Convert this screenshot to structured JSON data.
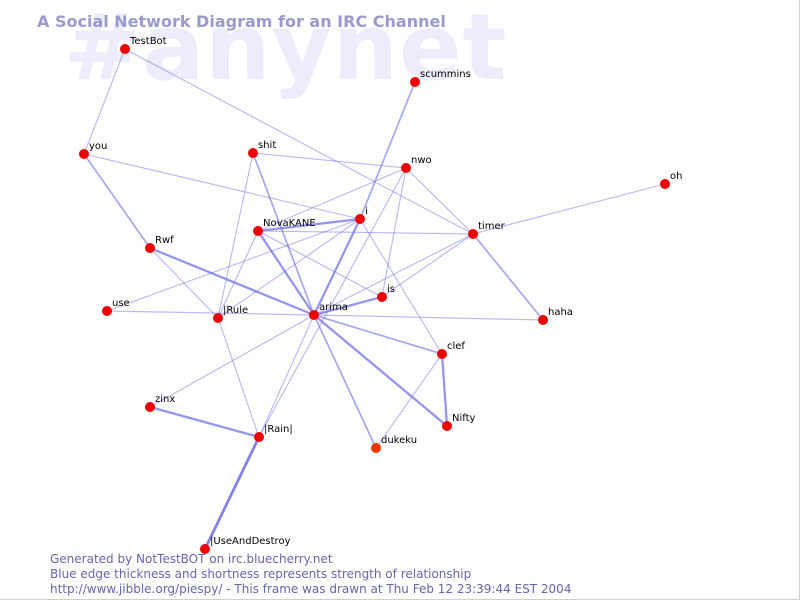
{
  "watermark": "#anynet",
  "title": "A Social Network Diagram for an IRC Channel",
  "footer": {
    "line1": "Generated by NotTestBOT on irc.bluecherry.net",
    "line2": "Blue edge thickness and shortness represents strength of relationship",
    "line3": "http://www.jibble.org/piespy/ - This frame was drawn at Thu Feb 12 23:39:44 EST 2004"
  },
  "colors": {
    "node": "#ee0000",
    "node_recent": "#ee3300",
    "edge": "#6f6fe6",
    "title": "#9a9acc",
    "footer": "#6666aa",
    "watermark": "#ececfb"
  },
  "nodes": [
    {
      "id": "TestBot"
    },
    {
      "id": "scummins"
    },
    {
      "id": "you"
    },
    {
      "id": "shit"
    },
    {
      "id": "nwo"
    },
    {
      "id": "oh"
    },
    {
      "id": "i"
    },
    {
      "id": "NovaKANE"
    },
    {
      "id": "timer"
    },
    {
      "id": "Rwf"
    },
    {
      "id": "is"
    },
    {
      "id": "use"
    },
    {
      "id": "|Rule"
    },
    {
      "id": "arima"
    },
    {
      "id": "haha"
    },
    {
      "id": "clef"
    },
    {
      "id": "zinx"
    },
    {
      "id": "Nifty"
    },
    {
      "id": "|Rain|"
    },
    {
      "id": "dukeku"
    },
    {
      "id": "|UseAndDestroy"
    }
  ],
  "edges": [
    {
      "a": "TestBot",
      "b": "you",
      "strength": 1
    },
    {
      "a": "TestBot",
      "b": "timer",
      "strength": 1
    },
    {
      "a": "you",
      "b": "Rwf",
      "strength": 2
    },
    {
      "a": "you",
      "b": "i",
      "strength": 1
    },
    {
      "a": "shit",
      "b": "nwo",
      "strength": 1
    },
    {
      "a": "shit",
      "b": "arima",
      "strength": 2
    },
    {
      "a": "shit",
      "b": "|Rule",
      "strength": 1
    },
    {
      "a": "scummins",
      "b": "i",
      "strength": 2
    },
    {
      "a": "nwo",
      "b": "timer",
      "strength": 1
    },
    {
      "a": "nwo",
      "b": "is",
      "strength": 1
    },
    {
      "a": "nwo",
      "b": "|Rain|",
      "strength": 1
    },
    {
      "a": "nwo",
      "b": "NovaKANE",
      "strength": 1
    },
    {
      "a": "oh",
      "b": "timer",
      "strength": 1
    },
    {
      "a": "i",
      "b": "NovaKANE",
      "strength": 3
    },
    {
      "a": "i",
      "b": "arima",
      "strength": 3
    },
    {
      "a": "i",
      "b": "|Rule",
      "strength": 1
    },
    {
      "a": "i",
      "b": "use",
      "strength": 1
    },
    {
      "a": "i",
      "b": "clef",
      "strength": 1
    },
    {
      "a": "NovaKANE",
      "b": "timer",
      "strength": 1
    },
    {
      "a": "NovaKANE",
      "b": "arima",
      "strength": 3
    },
    {
      "a": "NovaKANE",
      "b": "|Rule",
      "strength": 1
    },
    {
      "a": "NovaKANE",
      "b": "is",
      "strength": 1
    },
    {
      "a": "timer",
      "b": "arima",
      "strength": 1
    },
    {
      "a": "timer",
      "b": "haha",
      "strength": 2
    },
    {
      "a": "timer",
      "b": "is",
      "strength": 1
    },
    {
      "a": "Rwf",
      "b": "arima",
      "strength": 3
    },
    {
      "a": "Rwf",
      "b": "|Rule",
      "strength": 1
    },
    {
      "a": "use",
      "b": "arima",
      "strength": 1
    },
    {
      "a": "|Rule",
      "b": "|Rain|",
      "strength": 1
    },
    {
      "a": "arima",
      "b": "is",
      "strength": 3
    },
    {
      "a": "arima",
      "b": "haha",
      "strength": 1
    },
    {
      "a": "arima",
      "b": "clef",
      "strength": 2
    },
    {
      "a": "arima",
      "b": "Nifty",
      "strength": 3
    },
    {
      "a": "arima",
      "b": "dukeku",
      "strength": 2
    },
    {
      "a": "arima",
      "b": "zinx",
      "strength": 1
    },
    {
      "a": "arima",
      "b": "|Rain|",
      "strength": 1
    },
    {
      "a": "clef",
      "b": "Nifty",
      "strength": 3
    },
    {
      "a": "clef",
      "b": "dukeku",
      "strength": 1
    },
    {
      "a": "zinx",
      "b": "|Rain|",
      "strength": 3
    },
    {
      "a": "|Rain|",
      "b": "|UseAndDestroy",
      "strength": 4
    }
  ]
}
